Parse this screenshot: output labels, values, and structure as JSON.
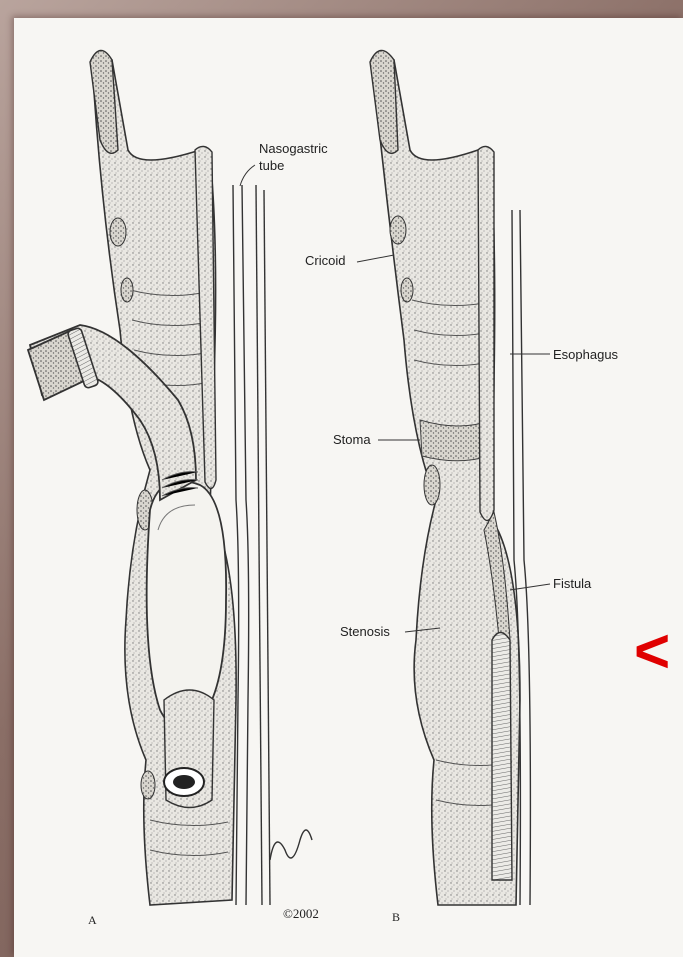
{
  "labels": {
    "nasogastric_line1": "Nasogastric",
    "nasogastric_line2": "tube",
    "cricoid": "Cricoid",
    "esophagus": "Esophagus",
    "stoma": "Stoma",
    "fistula": "Fistula",
    "stenosis": "Stenosis"
  },
  "panels": {
    "a": "A",
    "b": "B"
  },
  "copyright": "©2002",
  "arrow": "<",
  "colors": {
    "background_border": "#8a6e66",
    "canvas": "#f7f6f3",
    "ink": "#222222",
    "arrow": "#e00000"
  }
}
